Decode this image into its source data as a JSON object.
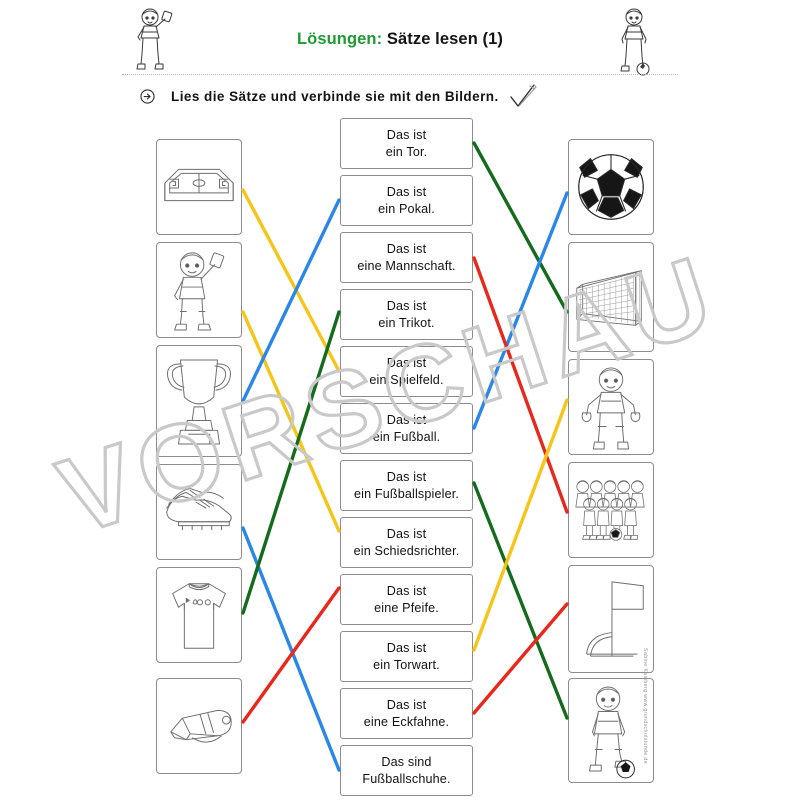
{
  "header": {
    "title_solution": "Lösungen:",
    "title_main": "Sätze lesen (1)",
    "left_figure_name": "referee-raising-card-figure",
    "right_figure_name": "player-with-ball-figure"
  },
  "instruction": {
    "arrow_icon": "arrow-right-circle-icon",
    "text": "Lies die Sätze und verbinde sie mit den Bildern.",
    "check_icon": "pencil-check-icon"
  },
  "left_pictures": [
    {
      "id": "soccer-field",
      "label": "Spielfeld"
    },
    {
      "id": "referee",
      "label": "Schiedsrichter"
    },
    {
      "id": "trophy",
      "label": "Pokal"
    },
    {
      "id": "soccer-shoes",
      "label": "Fußballschuhe"
    },
    {
      "id": "jersey",
      "label": "Trikot"
    },
    {
      "id": "whistle",
      "label": "Pfeife"
    }
  ],
  "right_pictures": [
    {
      "id": "soccer-ball",
      "label": "Fußball"
    },
    {
      "id": "goal",
      "label": "Tor"
    },
    {
      "id": "goalkeeper",
      "label": "Torwart"
    },
    {
      "id": "team",
      "label": "Mannschaft"
    },
    {
      "id": "corner-flag",
      "label": "Eckfahne"
    },
    {
      "id": "soccer-player",
      "label": "Fußballspieler"
    }
  ],
  "sentences": [
    {
      "line1": "Das ist",
      "line2": "ein Tor."
    },
    {
      "line1": "Das ist",
      "line2": "ein Pokal."
    },
    {
      "line1": "Das ist",
      "line2": "eine Mannschaft."
    },
    {
      "line1": "Das ist",
      "line2": "ein Trikot."
    },
    {
      "line1": "Das ist",
      "line2": "ein Spielfeld."
    },
    {
      "line1": "Das ist",
      "line2": "ein Fußball."
    },
    {
      "line1": "Das ist",
      "line2": "ein Fußballspieler."
    },
    {
      "line1": "Das ist",
      "line2": "ein Schiedsrichter."
    },
    {
      "line1": "Das ist",
      "line2": "eine Pfeife."
    },
    {
      "line1": "Das ist",
      "line2": "ein Torwart."
    },
    {
      "line1": "Das ist",
      "line2": "eine Eckfahne."
    },
    {
      "line1": "Das sind",
      "line2": "Fußballschuhe."
    }
  ],
  "connections": [
    {
      "from": "soccer-field",
      "to": "ein Spielfeld.",
      "color": "#f5c518"
    },
    {
      "from": "referee",
      "to": "ein Schiedsrichter.",
      "color": "#f5c518"
    },
    {
      "from": "trophy",
      "to": "ein Pokal.",
      "color": "#2a87e8"
    },
    {
      "from": "soccer-shoes",
      "to": "Fußballschuhe.",
      "color": "#2a87e8"
    },
    {
      "from": "jersey",
      "to": "ein Trikot.",
      "color": "#146b1e"
    },
    {
      "from": "whistle",
      "to": "eine Pfeife.",
      "color": "#e8281c"
    },
    {
      "from": "ein Tor.",
      "to": "goal",
      "color": "#146b1e"
    },
    {
      "from": "ein Fußball.",
      "to": "soccer-ball",
      "color": "#2a87e8"
    },
    {
      "from": "eine Mannschaft.",
      "to": "team",
      "color": "#e8281c"
    },
    {
      "from": "ein Fußballspieler.",
      "to": "soccer-player",
      "color": "#146b1e"
    },
    {
      "from": "ein Torwart.",
      "to": "goalkeeper",
      "color": "#f5c518"
    },
    {
      "from": "eine Eckfahne.",
      "to": "corner-flag",
      "color": "#e8281c"
    }
  ],
  "watermark": "VORSCHAU",
  "credit": "Sabine Kainberg   www.grundschulstunde.de",
  "colors": {
    "green": "#1f9a34",
    "line_yellow": "#f5c518",
    "line_blue": "#2a87e8",
    "line_green": "#146b1e",
    "line_red": "#e8281c",
    "border": "#8c8c8c"
  }
}
